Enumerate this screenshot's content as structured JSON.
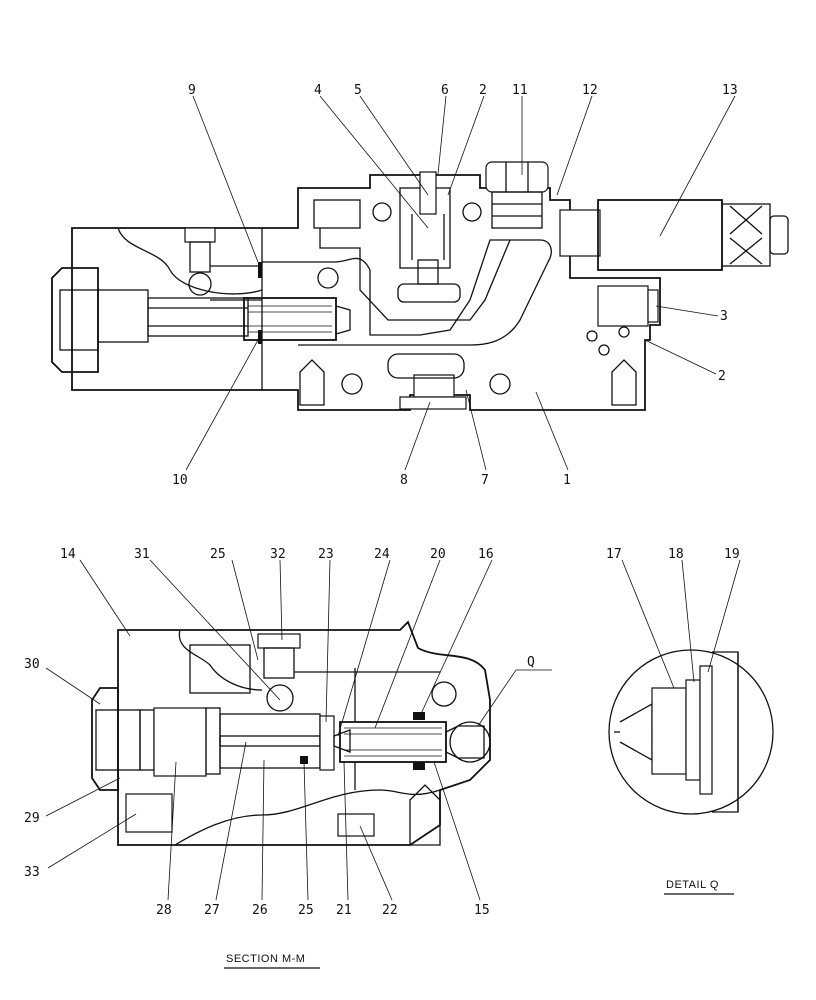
{
  "top_view": {
    "callouts": [
      "9",
      "4",
      "5",
      "6",
      "2",
      "11",
      "12",
      "13",
      "3",
      "2",
      "10",
      "8",
      "7",
      "1"
    ]
  },
  "section_view": {
    "callouts": [
      "14",
      "31",
      "25",
      "32",
      "23",
      "24",
      "20",
      "16",
      "Q",
      "30",
      "29",
      "33",
      "28",
      "27",
      "26",
      "25",
      "21",
      "22",
      "15"
    ],
    "caption": "SECTION M-M"
  },
  "detail_view": {
    "callouts": [
      "17",
      "18",
      "19"
    ],
    "caption": "DETAIL Q"
  }
}
